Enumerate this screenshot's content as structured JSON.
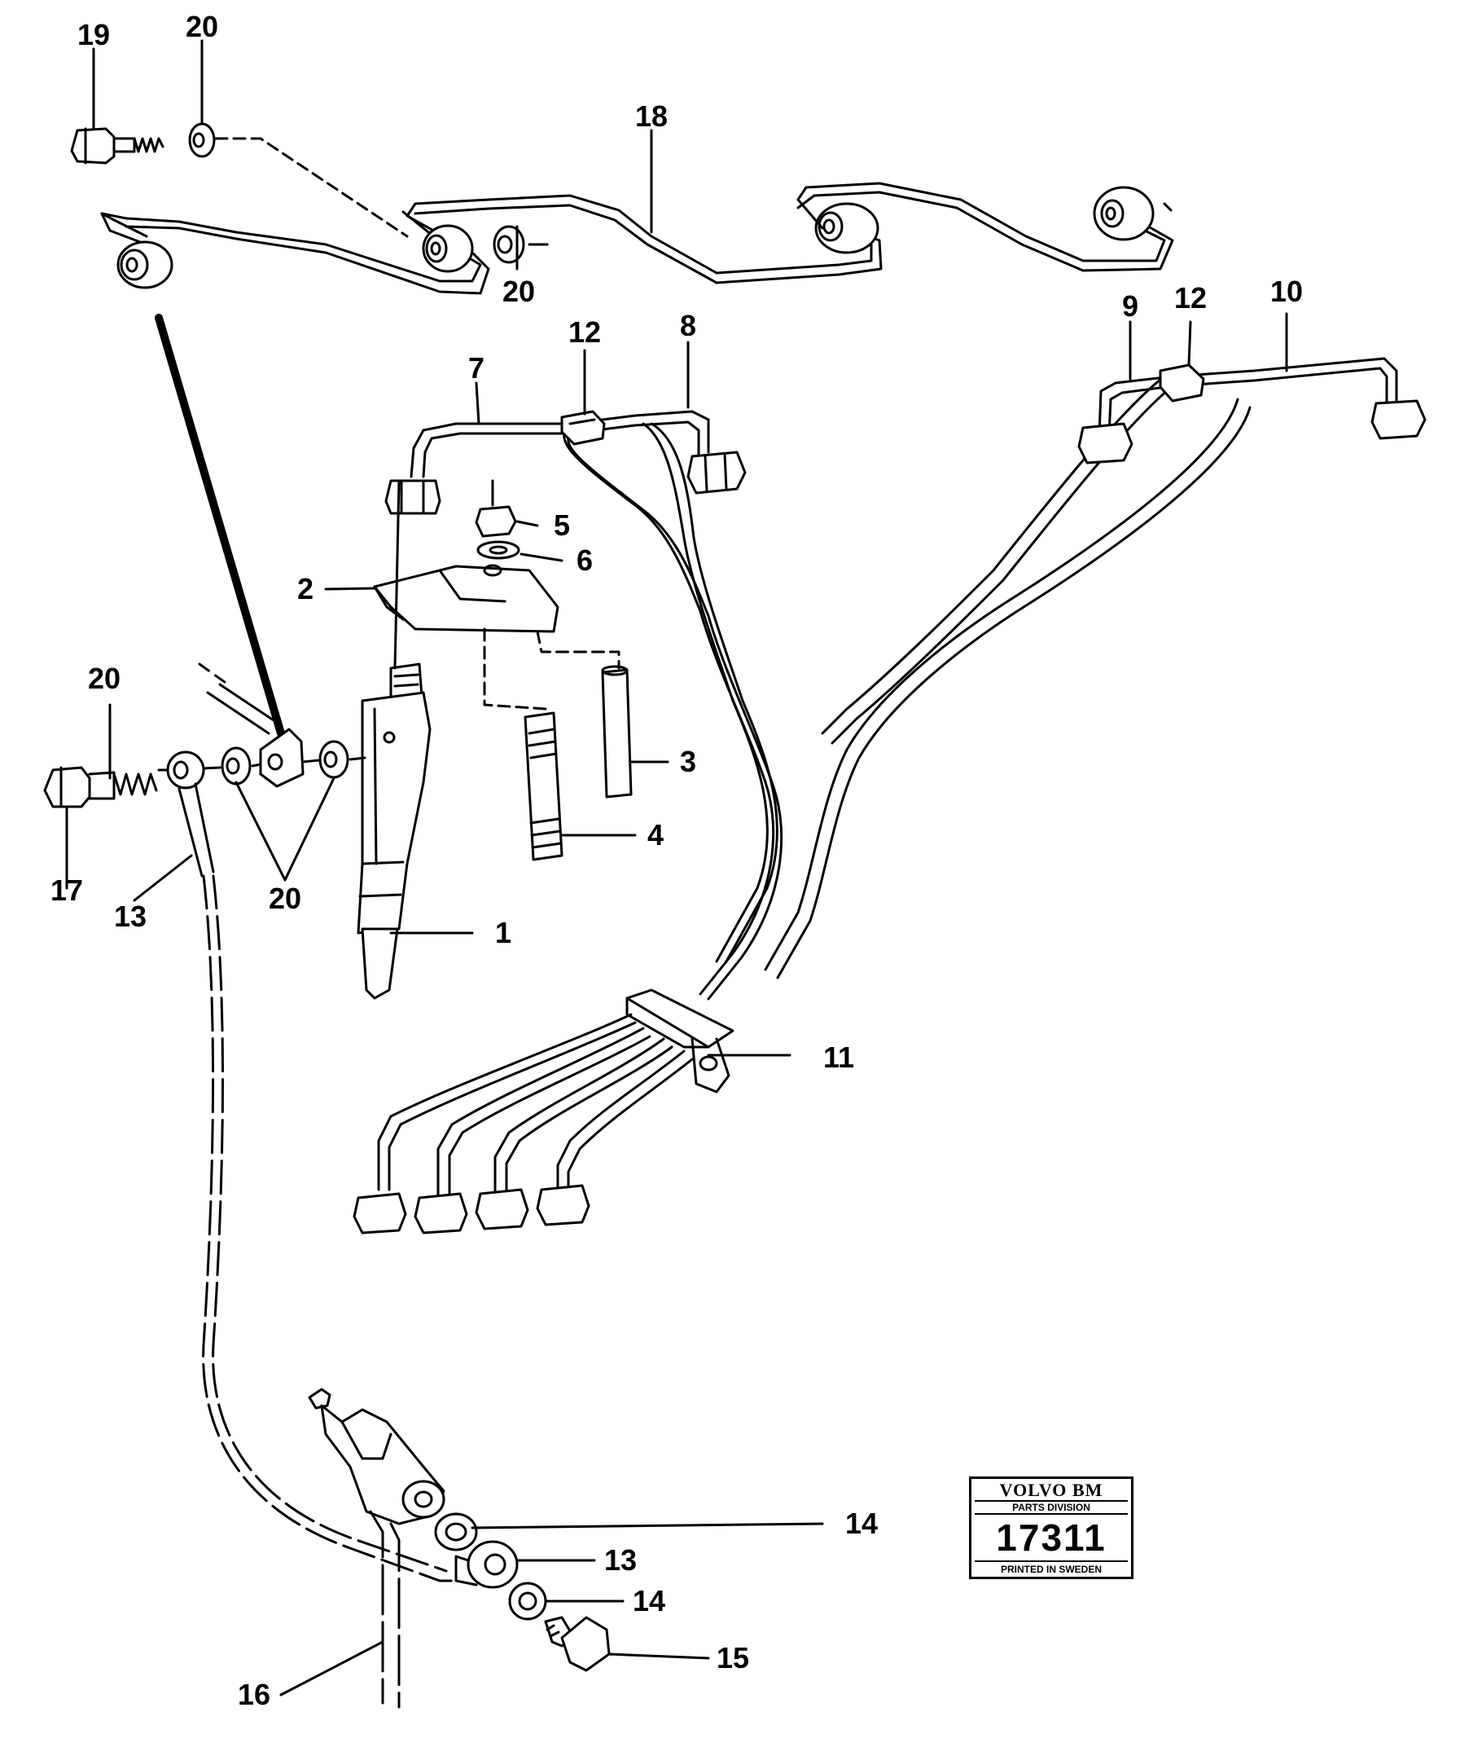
{
  "callouts": {
    "c1": "1",
    "c2": "2",
    "c3": "3",
    "c4": "4",
    "c5": "5",
    "c6": "6",
    "c7": "7",
    "c8": "8",
    "c9": "9",
    "c10": "10",
    "c11": "11",
    "c12a": "12",
    "c12b": "12",
    "c13a": "13",
    "c13b": "13",
    "c14a": "14",
    "c14b": "14",
    "c15": "15",
    "c16": "16",
    "c17": "17",
    "c18": "18",
    "c19": "19",
    "c20a": "20",
    "c20b": "20",
    "c20c": "20",
    "c20d": "20"
  },
  "stamp": {
    "brand": "VOLVO BM",
    "division": "PARTS DIVISION",
    "number": "17311",
    "origin": "PRINTED IN SWEDEN"
  }
}
